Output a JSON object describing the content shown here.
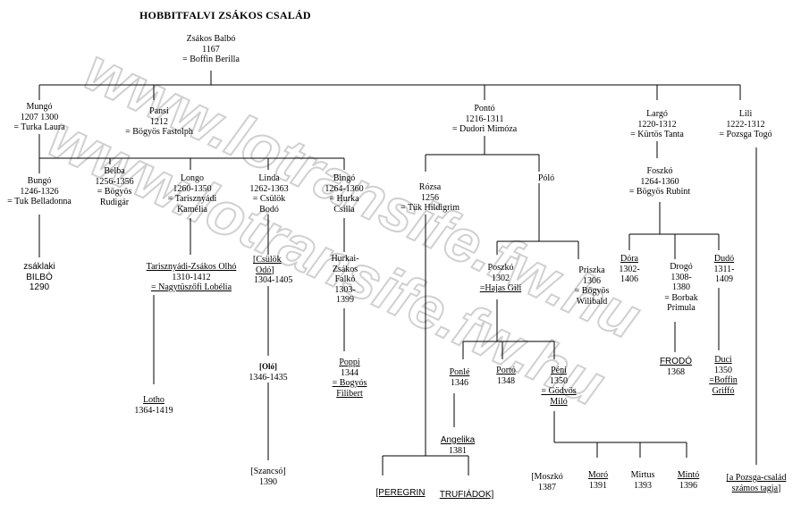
{
  "title": "HOBBITFALVI ZSÁKOS CSALÁD",
  "watermark": {
    "line1": "www.lotransife.fw.hu",
    "line2": "www.lotransife.fw.hu",
    "color": "#c8c8c8"
  },
  "nodes": {
    "balbo": {
      "lines": [
        "Zsákos Balbó",
        "1167",
        "= Boffin Berilla"
      ]
    },
    "mungo": {
      "lines": [
        "Mungó",
        "1207 1300",
        "= Turka Laura"
      ]
    },
    "pansi": {
      "lines": [
        "Pansi",
        "1212",
        "= Bögyös Fastolph"
      ]
    },
    "ponto1": {
      "lines": [
        "Pontó",
        "1216-1311",
        "= Dudori Mimóza"
      ]
    },
    "largo": {
      "lines": [
        "Largó",
        "1220-1312",
        "= Kürtös Tanta"
      ]
    },
    "lili": {
      "lines": [
        "Lili",
        "1222-1312",
        "= Pozsga Togó"
      ]
    },
    "bungo": {
      "lines": [
        "Bungó",
        "1246-1326",
        "= Tuk Belladonna"
      ]
    },
    "belba": {
      "lines": [
        "Belba",
        "1256-1356",
        "= Bögyös",
        "Rudigár"
      ]
    },
    "longo": {
      "lines": [
        "Longo",
        "1260-1350",
        "= Tarisznyádi",
        "Kamélia"
      ]
    },
    "linda": {
      "lines": [
        "Linda",
        "1262-1363",
        "= Csülök",
        "Bodó"
      ]
    },
    "bingo": {
      "lines": [
        "Bingó",
        "1264-1360",
        "= Hurka",
        "Csilla"
      ]
    },
    "bilbo": {
      "lines": [
        "zsáklaki",
        "BILBÓ",
        "1290"
      ]
    },
    "otho": {
      "lines": [
        "Tarisznyádi-Zsákos Olhó",
        "1310-1412",
        "= Nagytüszőfi Lobélia"
      ]
    },
    "oddo": {
      "lines": [
        "[Csülök",
        "Odó]",
        "1304-1405"
      ]
    },
    "falko": {
      "lines": [
        "Hurkai-",
        "Zsákos",
        "Falkó",
        "1303-",
        "1399"
      ]
    },
    "olo": {
      "lines": [
        "[Oló]",
        "1346-1435"
      ]
    },
    "poppi": {
      "lines": [
        "Poppi",
        "1344",
        "= Bogyós",
        "Filibert"
      ]
    },
    "lotho": {
      "lines": [
        "Lotho",
        "1364-1419"
      ]
    },
    "szancso": {
      "lines": [
        "[Szancsó]",
        "1390"
      ]
    },
    "rozsa": {
      "lines": [
        "Rózsa",
        "1256",
        "= Tük Hildigrim"
      ]
    },
    "polo": {
      "lines": [
        "Póló"
      ]
    },
    "foszko": {
      "lines": [
        "Foszkó",
        "1264-1360",
        "= Bögyös Rubint"
      ]
    },
    "poszko": {
      "lines": [
        "Poszkó",
        "1302",
        "=Hajas Gili"
      ]
    },
    "priszka": {
      "lines": [
        "Priszka",
        "1306",
        "= Bögyös",
        "Wilibald"
      ]
    },
    "dora": {
      "lines": [
        "Dóra",
        "1302-",
        "1406"
      ]
    },
    "drogo": {
      "lines": [
        "Drogó",
        "1308-",
        "1380",
        "= Borbak",
        "Primula"
      ]
    },
    "dudo": {
      "lines": [
        "Dudó",
        "1311-",
        "1409"
      ]
    },
    "ponle": {
      "lines": [
        "Ponlé",
        "1346"
      ]
    },
    "porto": {
      "lines": [
        "Portó",
        "1348"
      ]
    },
    "peni": {
      "lines": [
        "Péni",
        "1350",
        "= Gödvös",
        "Miló"
      ]
    },
    "frodo": {
      "lines": [
        "FRODÓ",
        "1368"
      ]
    },
    "duci": {
      "lines": [
        "Duci",
        "1350",
        "=Boffin",
        "Griffó"
      ]
    },
    "angelika": {
      "lines": [
        "Angelika",
        "1381"
      ]
    },
    "peregrin": {
      "lines": [
        "[PEREGRIN"
      ]
    },
    "trufiadok": {
      "lines": [
        "TRUFIÁDOK]"
      ]
    },
    "moszko": {
      "lines": [
        "[Moszkó",
        "1387"
      ]
    },
    "moro": {
      "lines": [
        "Moró",
        "1391"
      ]
    },
    "mirtus": {
      "lines": [
        "Mirtus",
        "1393"
      ]
    },
    "minto": {
      "lines": [
        "Mintó",
        "1396"
      ]
    },
    "pozsga": {
      "lines": [
        "[a Pozsga-család",
        "számos tagja]"
      ]
    }
  }
}
